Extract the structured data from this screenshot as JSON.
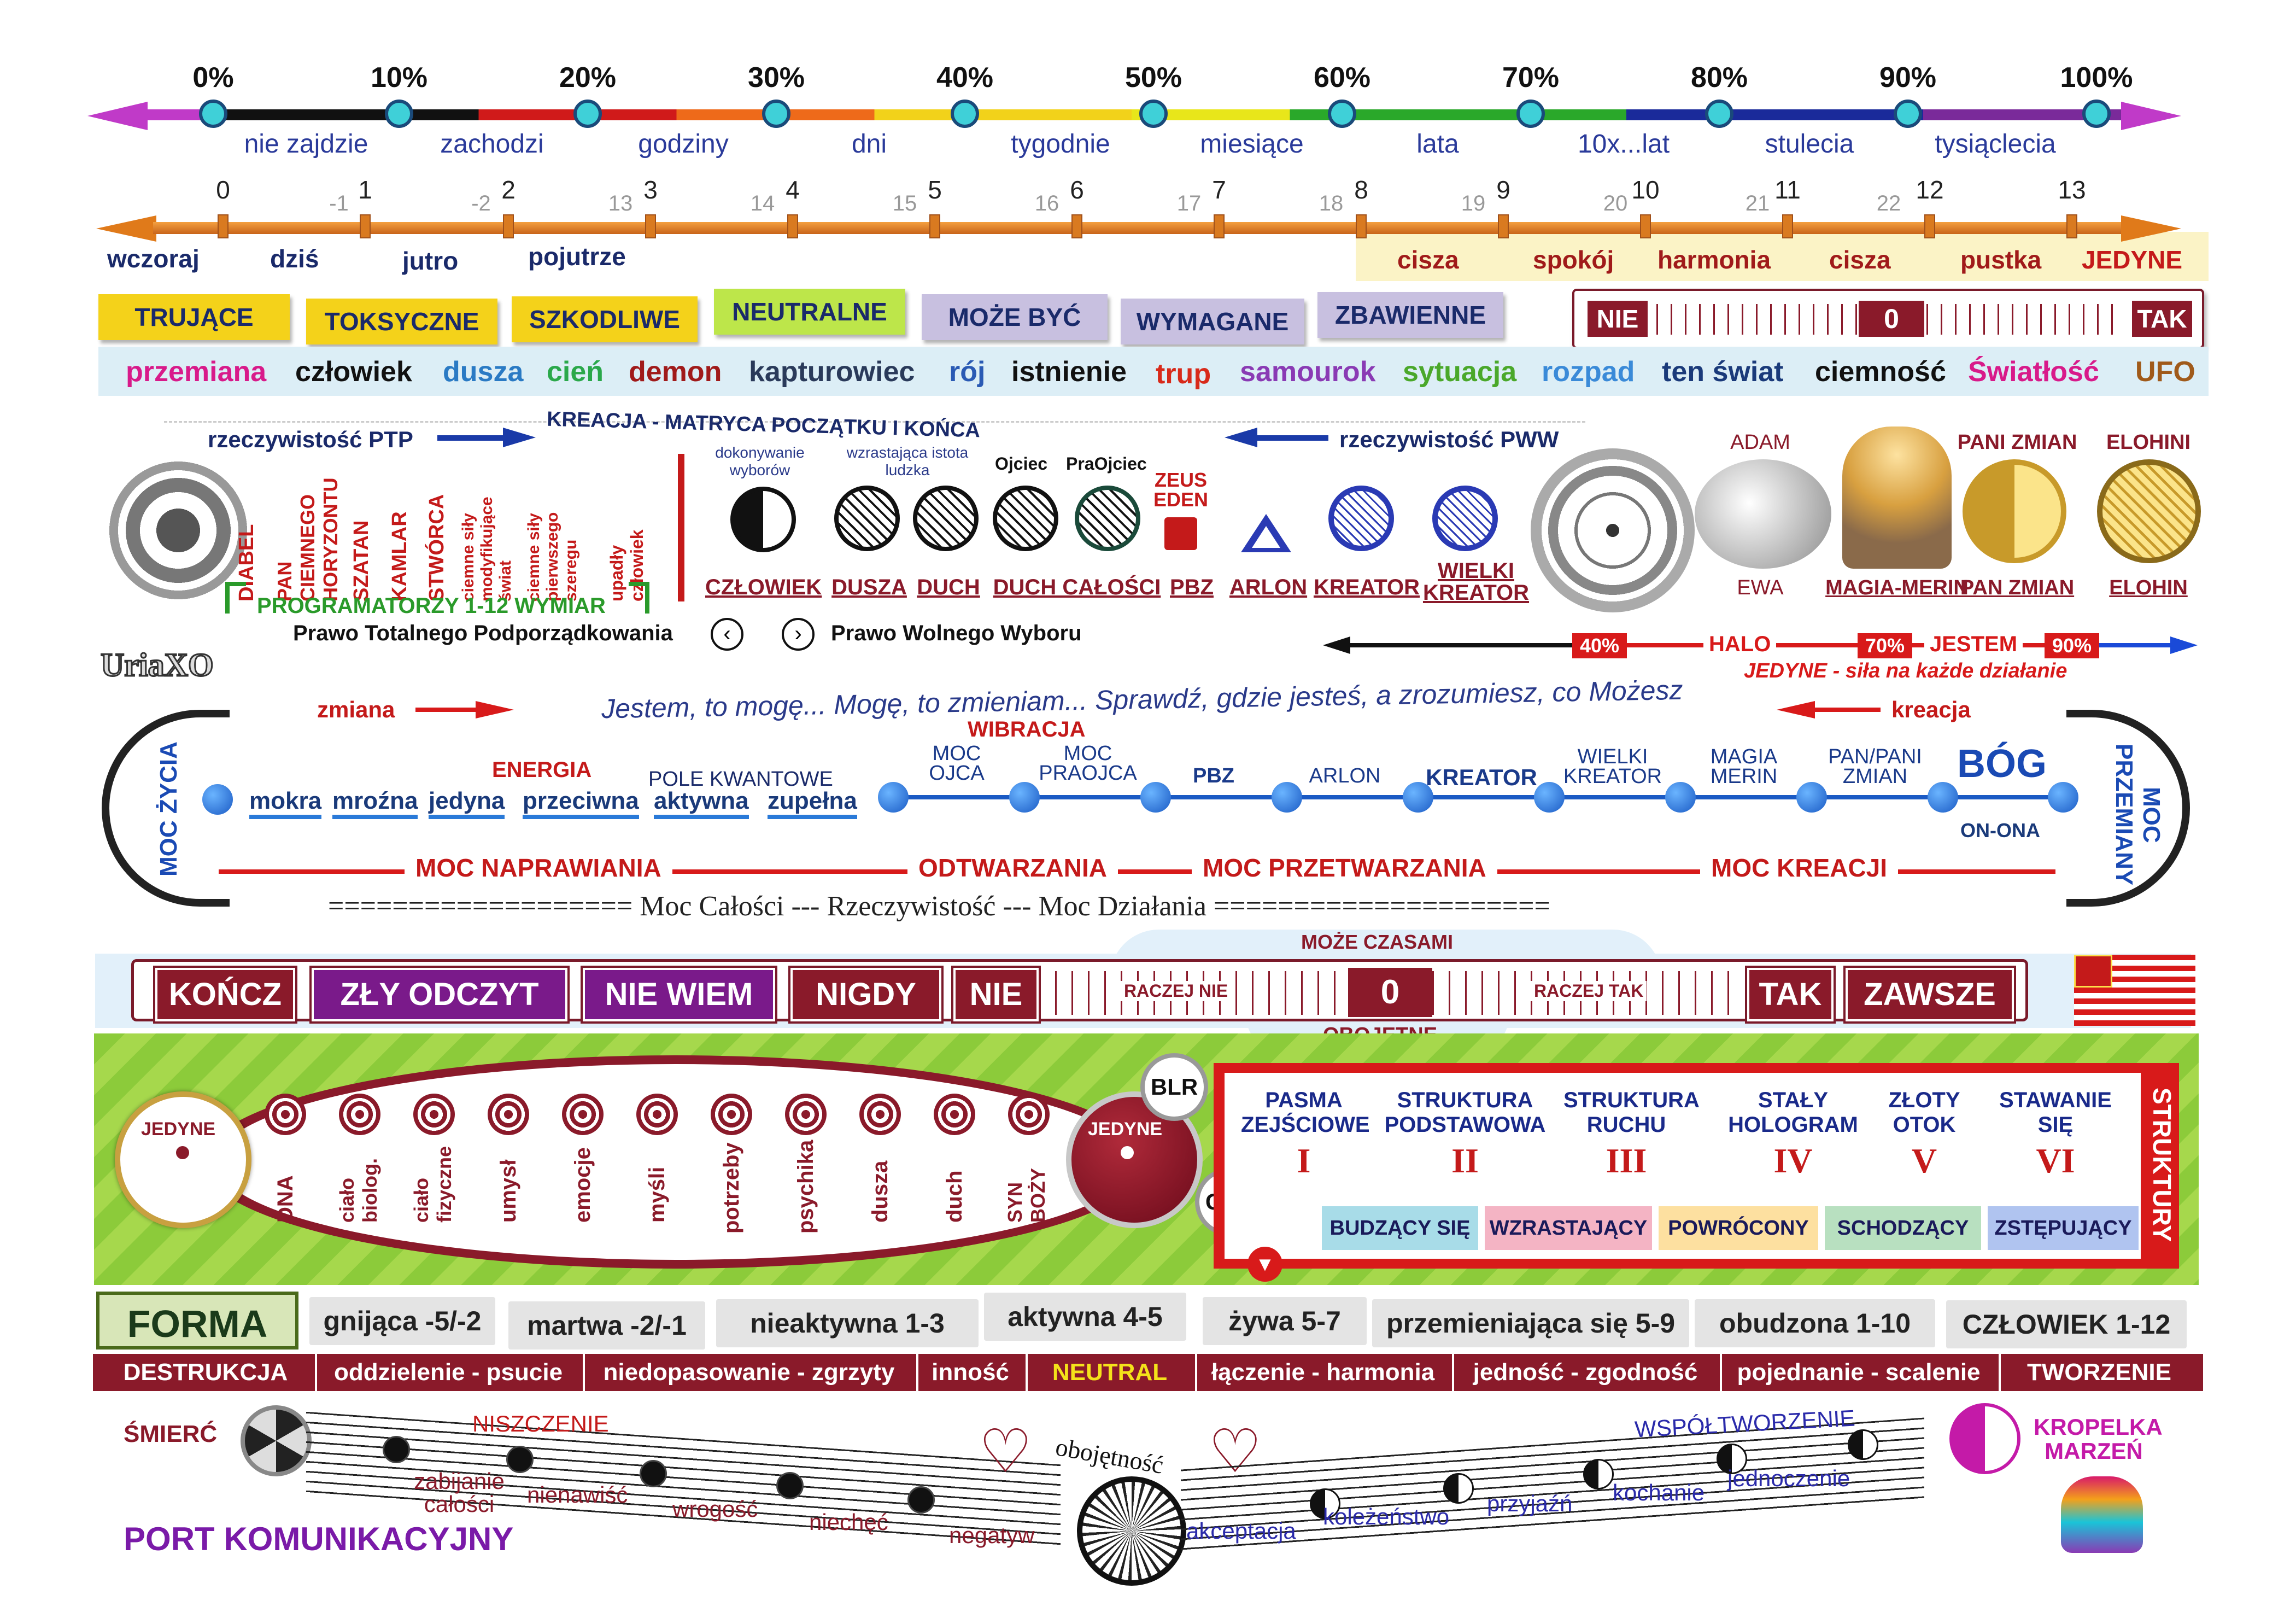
{
  "percent_scale": {
    "marks": [
      "0%",
      "10%",
      "20%",
      "30%",
      "40%",
      "50%",
      "60%",
      "70%",
      "80%",
      "90%",
      "100%"
    ],
    "labels": [
      "nie zajdzie",
      "zachodzi",
      "godziny",
      "dni",
      "tygodnie",
      "miesiące",
      "lata",
      "10x...lat",
      "stulecia",
      "tysiąclecia"
    ]
  },
  "day_scale": {
    "numbers": [
      "0",
      "1",
      "2",
      "3",
      "4",
      "5",
      "6",
      "7",
      "8",
      "9",
      "10",
      "11",
      "12",
      "13"
    ],
    "grey_numbers": [
      "-1",
      "-2",
      "13",
      "14",
      "15",
      "16",
      "17",
      "18",
      "19",
      "20",
      "21",
      "22"
    ],
    "days": [
      "wczoraj",
      "dziś",
      "jutro",
      "pojutrze"
    ],
    "states": [
      "cisza",
      "spokój",
      "harmonia",
      "cisza",
      "pustka"
    ],
    "end_label": "JEDYNE"
  },
  "badges": [
    "TRUJĄCE",
    "TOKSYCZNE",
    "SZKODLIWE",
    "NEUTRALNE",
    "MOŻE BYĆ",
    "WYMAGANE",
    "ZBAWIENNE"
  ],
  "top_gauge": {
    "left": "NIE",
    "center": "0",
    "right": "TAK"
  },
  "words": [
    "przemiana",
    "człowiek",
    "dusza",
    "cień",
    "demon",
    "kapturowiec",
    "rój",
    "istnienie",
    "trup",
    "samourok",
    "sytuacja",
    "rozpad",
    "ten świat",
    "ciemność",
    "Światłość",
    "UFO"
  ],
  "matrix": {
    "ptp": "rzeczywistość  PTP",
    "pww": "rzeczywistość  PWW",
    "title": "KREACJA  -  MATRYCA POCZĄTKU I KOŃCA",
    "programmers": [
      "DIABEL",
      "PAN CIEMNEGO HORYZONTU",
      "SZATAN",
      "KAMLAR",
      "STWÓRCA",
      "ciemne siły modyfikujące świat",
      "ciemne siły pierwszego szeregu",
      "upadły człowiek"
    ],
    "programmers_caption": "PROGRAMATORZY  1-12 WYMIAR",
    "law_left": "Prawo Totalnego Podporządkowania",
    "law_right": "Prawo Wolnego Wyboru",
    "small_top": [
      "dokonywanie wyborów",
      "wzrastająca istota ludzka",
      "Ojciec",
      "PraOjciec"
    ],
    "zeus": "ZEUS EDEN",
    "under": [
      "CZŁOWIEK",
      "DUSZA",
      "DUCH",
      "DUCH  CAŁOŚCI",
      "PBZ",
      "ARLON",
      "KREATOR",
      "WIELKI KREATOR"
    ],
    "right_top": [
      "ADAM",
      "PANI ZMIAN",
      "ELOHINI"
    ],
    "right_bottom": [
      "EWA",
      "MAGIA-MERIN",
      "PAN ZMIAN",
      "ELOHIN"
    ]
  },
  "logo": "UriaXO",
  "halo": {
    "p40": "40%",
    "halo": "HALO",
    "p70": "70%",
    "jestem": "JESTEM",
    "p90": "90%",
    "caption": "JEDYNE - siła na każde działanie"
  },
  "power": {
    "zmiana": "zmiana",
    "kreacja": "kreacja",
    "arc_text": "Jestem, to mogę... Mogę, to zmieniam... Sprawdź, gdzie jesteś, a zrozumiesz, co Możesz",
    "moc_zycia": "MOC ŻYCIA",
    "moc_przemiany": "MOC PRZEMIANY",
    "energia": "ENERGIA",
    "pole": "POLE KWANTOWE",
    "left_items": [
      "mokra",
      "mroźna",
      "jedyna",
      "przeciwna",
      "aktywna",
      "zupełna"
    ],
    "wibracja": "WIBRACJA",
    "nodes": [
      "MOC OJCA",
      "MOC PRAOJCA",
      "PBZ",
      "ARLON",
      "KREATOR",
      "WIELKI KREATOR",
      "MAGIA MERIN",
      "PAN/PANI ZMIAN"
    ],
    "bog": "BÓG",
    "on_ona": "ON-ONA",
    "bottom": [
      "MOC  NAPRAWIANIA",
      "ODTWARZANIA",
      "MOC PRZETWARZANIA",
      "MOC KREACJI"
    ],
    "footer_line": "=================== Moc Całości  ---  Rzeczywistość  ---  Moc Działania ====================="
  },
  "gauge2": {
    "top": "MOŻE  CZASAMI",
    "buttons": [
      "KOŃCZ",
      "ZŁY ODCZYT",
      "NIE WIEM",
      "NIGDY",
      "NIE",
      "TAK",
      "ZAWSZE"
    ],
    "raczej_nie": "RACZEJ NIE",
    "zero": "0",
    "raczej_tak": "RACZEJ TAK",
    "bottom": "OBOJĘTNE"
  },
  "green": {
    "jedyne_left": "JEDYNE",
    "jedyne_right": "JEDYNE",
    "items": [
      "DNA",
      "ciało biolog.",
      "ciało fizyczne",
      "umysł",
      "emocje",
      "myśli",
      "potrzeby",
      "psychika",
      "dusza",
      "duch",
      "SYN BOŻY"
    ],
    "blr": "BLR",
    "clr": "CLR",
    "structures": [
      "PASMA ZEJŚCIOWE",
      "STRUKTURA PODSTAWOWA",
      "STRUKTURA RUCHU",
      "STAŁY HOLOGRAM",
      "ZŁOTY OTOK",
      "STAWANIE SIĘ"
    ],
    "roman": [
      "I",
      "II",
      "III",
      "IV",
      "V",
      "VI"
    ],
    "struktury": "STRUKTURY",
    "motions": [
      "BUDZĄCY SIĘ",
      "WZRASTAJĄCY",
      "POWRÓCONY",
      "SCHODZĄCY",
      "ZSTĘPUJĄCY"
    ]
  },
  "forma": {
    "label": "FORMA",
    "items": [
      "gnijąca -5/-2",
      "martwa -2/-1",
      "nieaktywna 1-3",
      "aktywna 4-5",
      "żywa 5-7",
      "przemieniająca się 5-9",
      "obudzona 1-10",
      "CZŁOWIEK 1-12"
    ]
  },
  "destruction": [
    "DESTRUKCJA",
    "oddzielenie - psucie",
    "niedopasowanie - zgrzyty",
    "inność",
    "NEUTRAL",
    "łączenie - harmonia",
    "jedność - zgodność",
    "pojednanie - scalenie",
    "TWORZENIE"
  ],
  "bottom_row": {
    "smierc": "ŚMIERĆ",
    "niszczenie": "NISZCZENIE",
    "neg": [
      "zabijanie całości",
      "nienawiść",
      "wrogość",
      "niechęć",
      "negatyw"
    ],
    "obojetnosc": "obojętność",
    "pos": [
      "akceptacja",
      "koleżeństwo",
      "przyjaźń",
      "kochanie",
      "jednoczenie"
    ],
    "wspol": "WSPÓŁTWORZENIE",
    "kropelka": "KROPELKA MARZEŃ",
    "port": "PORT KOMUNIKACYJNY"
  }
}
